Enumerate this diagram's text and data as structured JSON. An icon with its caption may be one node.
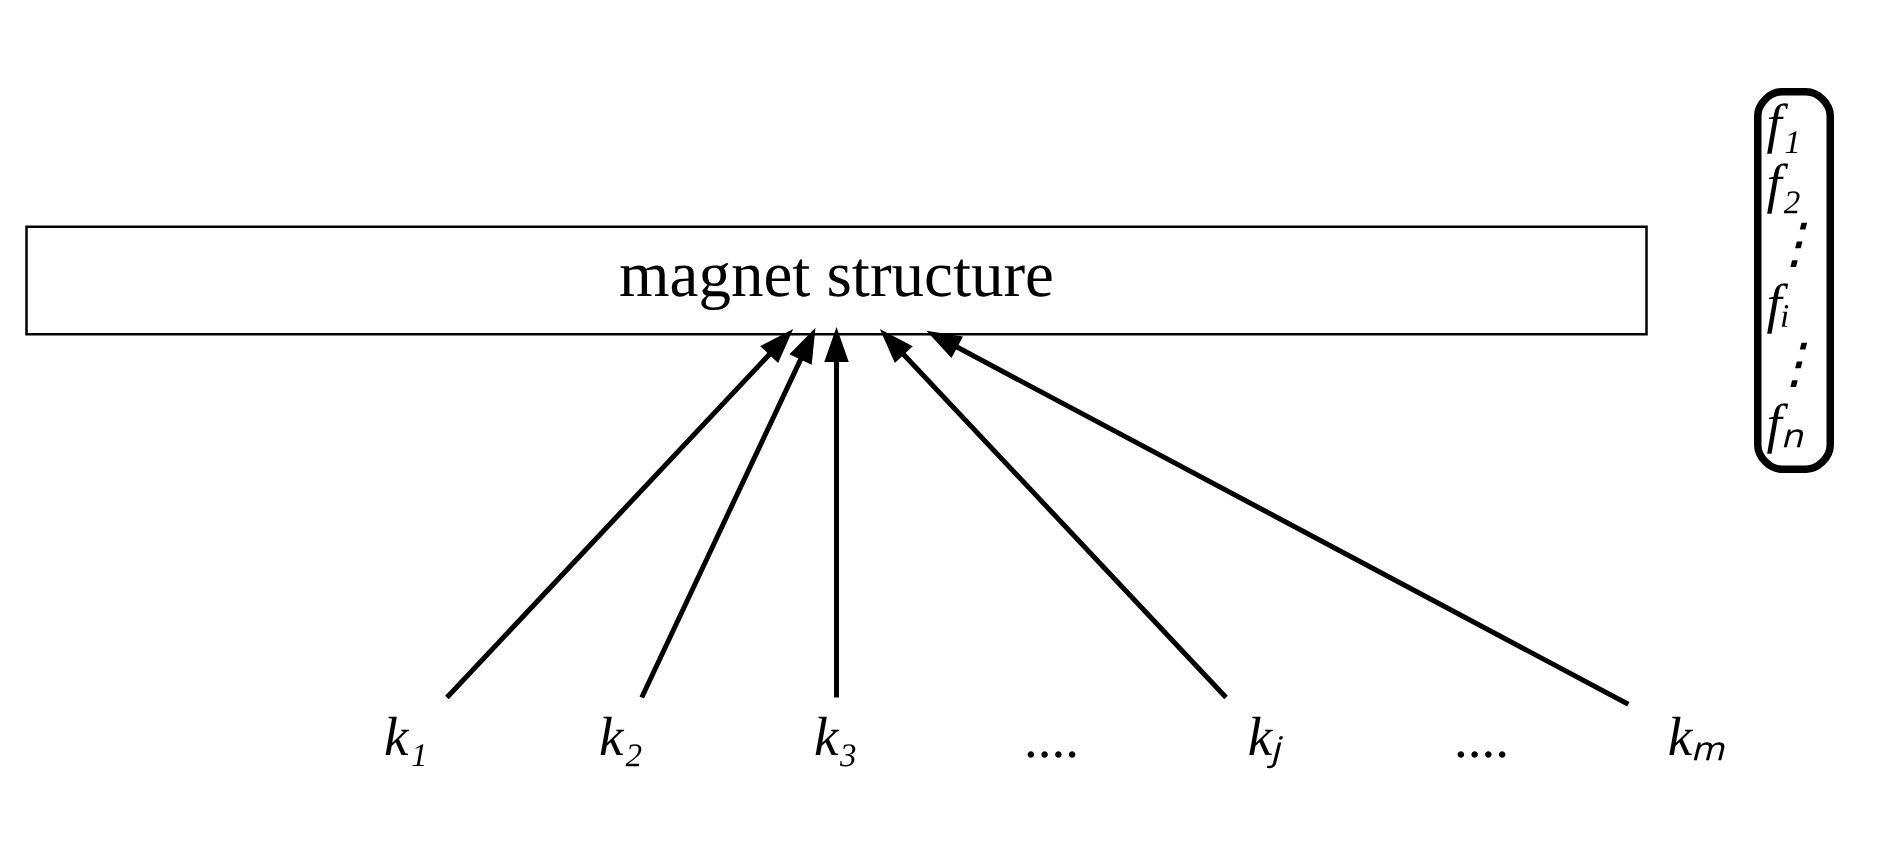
{
  "diagram": {
    "nodes": [
      {
        "text": [
          "magnet structure"
        ]
      },
      {
        "text": [
          "k₁"
        ]
      },
      {
        "text": [
          "k₂"
        ]
      },
      {
        "text": [
          "k₃"
        ]
      },
      {
        "text": [
          "kⱼ"
        ]
      },
      {
        "text": [
          "kₘ"
        ]
      }
    ],
    "edges": [
      {
        "from": 1,
        "to": 0,
        "arrow": "to"
      },
      {
        "from": 2,
        "to": 0,
        "arrow": "to"
      },
      {
        "from": 3,
        "to": 0,
        "arrow": "to"
      },
      {
        "from": 4,
        "to": 0,
        "arrow": "to"
      },
      {
        "from": 5,
        "to": 0,
        "arrow": "to"
      }
    ],
    "labels": [
      "....",
      "....",
      "f₁",
      "f₂",
      "⋮",
      "fᵢ",
      "⋮",
      "fₙ"
    ]
  }
}
